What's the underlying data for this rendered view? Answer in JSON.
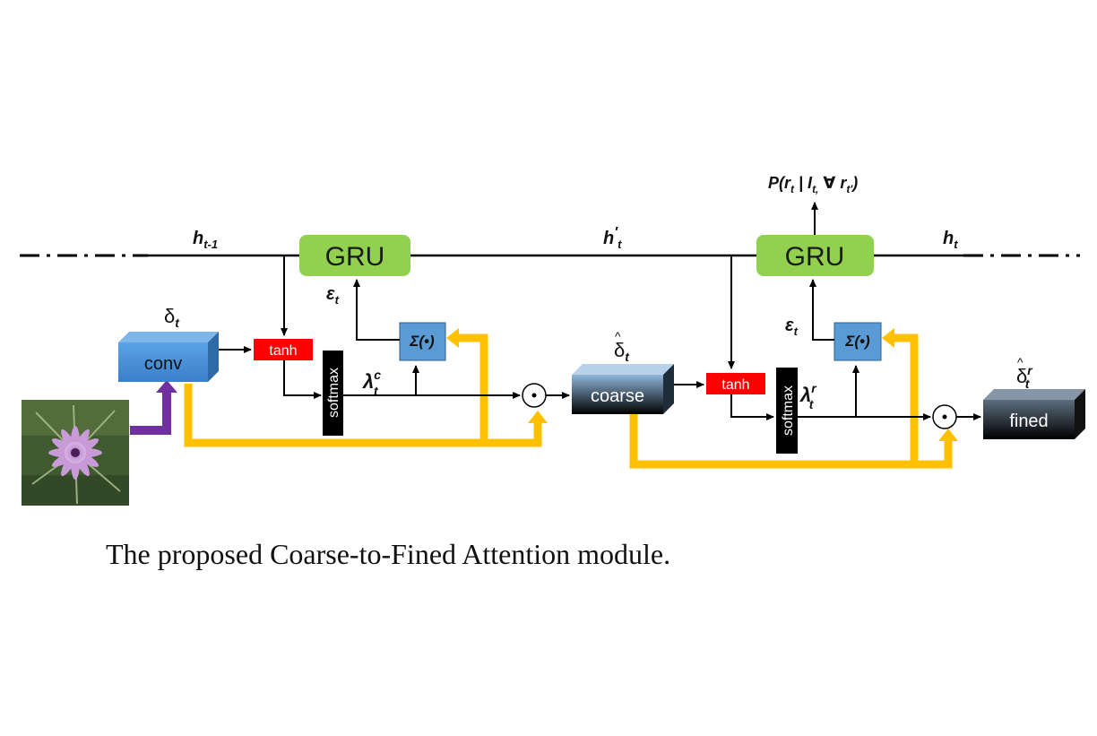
{
  "diagram": {
    "state_labels": {
      "h_prev": "h",
      "h_prev_sub": "t-1",
      "h_mid": "h",
      "h_mid_prime": "′",
      "h_mid_sub": "t",
      "h_out": "h",
      "h_out_sub": "t"
    },
    "gru_left": "GRU",
    "gru_right": "GRU",
    "output_prob": "P(r",
    "output_prob_sub1": "t",
    "output_prob_mid": " | I",
    "output_prob_sub2": "t,",
    "output_prob_end": " ∀ r",
    "output_prob_sub3": "t'",
    "output_prob_close": ")",
    "epsilon": "ε",
    "epsilon_sub": "t",
    "sigma_label": "Σ(•)",
    "tanh_label": "tanh",
    "softmax_label": "softmax",
    "odot": "⊙",
    "lambda": "λ",
    "lambda_c_sup": "c",
    "lambda_r_sup": "r",
    "lambda_sub": "t",
    "delta": "δ",
    "delta_sub": "t",
    "delta_hat": "δ",
    "delta_hat_mark": "^",
    "delta_r_sup": "r",
    "boxes": {
      "conv": "conv",
      "coarse": "coarse",
      "fined": "fined"
    },
    "image_alt": "flower-photo"
  },
  "caption": "The proposed Coarse-to-Fined Attention module.",
  "colors": {
    "gru_fill": "#92d050",
    "tanh_fill": "#ff0000",
    "sigma_fill": "#5b9bd5",
    "softmax_fill": "#000000",
    "conv_fill": "#4a90d9",
    "yellow_path": "#ffc000",
    "purple_arrow": "#7030a0"
  }
}
